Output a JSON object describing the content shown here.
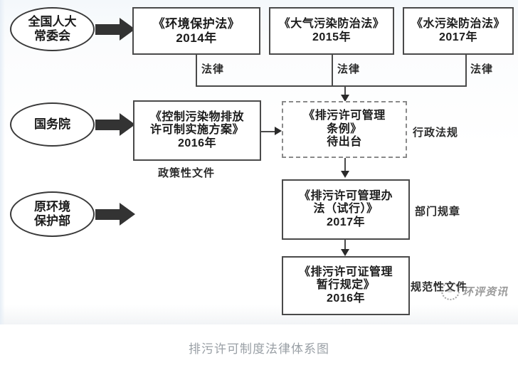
{
  "figure": {
    "caption": "排污许可制度法律体系图",
    "watermark": "环评资讯",
    "actors": [
      {
        "id": "npc",
        "lines": [
          "全国人大",
          "常委会"
        ]
      },
      {
        "id": "state-council",
        "lines": [
          "国务院"
        ]
      },
      {
        "id": "mep",
        "lines": [
          "原环境",
          "保护部"
        ]
      }
    ],
    "laws": [
      {
        "id": "law-env-protection",
        "title": "《环境保护法》",
        "year": "2014年",
        "tier": "法律"
      },
      {
        "id": "law-air-pollution",
        "title": "《大气污染防治法》",
        "year": "2015年",
        "tier": "法律"
      },
      {
        "id": "law-water-pollution",
        "title": "《水污染防治法》",
        "year": "2017年",
        "tier": "法律"
      }
    ],
    "policy_doc": {
      "id": "policy-plan",
      "lines": [
        "《控制污染物排放",
        "许可制实施方案》",
        "2016年"
      ],
      "tier": "政策性文件"
    },
    "regulation": {
      "id": "permit-regulation",
      "lines": [
        "《排污许可管理",
        "条例》",
        "待出台"
      ],
      "tier": "行政法规",
      "status": "待出台"
    },
    "department_rule": {
      "id": "permit-measures",
      "lines": [
        "《排污许可管理办",
        "法（试行）》",
        "2017年"
      ],
      "tier": "部门规章"
    },
    "normative_doc": {
      "id": "permit-provisions",
      "lines": [
        "《排污许可证管理",
        "暂行规定》",
        "2016年"
      ],
      "tier": "规范性文件"
    },
    "colors": {
      "box_border": "#4a4a4a",
      "dashed_border": "#8a8a8a",
      "arrow_fill": "#333333",
      "text": "#1b1b1b",
      "caption": "#9aa0a6"
    }
  }
}
